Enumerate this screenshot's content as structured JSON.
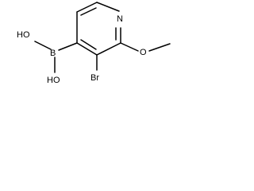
{
  "molecule": {
    "atoms": {
      "nitrogen": "N",
      "boron": "B",
      "bromine": "Br",
      "oxygen_methoxy": "O",
      "hydroxyl_top": "HO",
      "hydroxyl_bottom": "HO"
    }
  }
}
